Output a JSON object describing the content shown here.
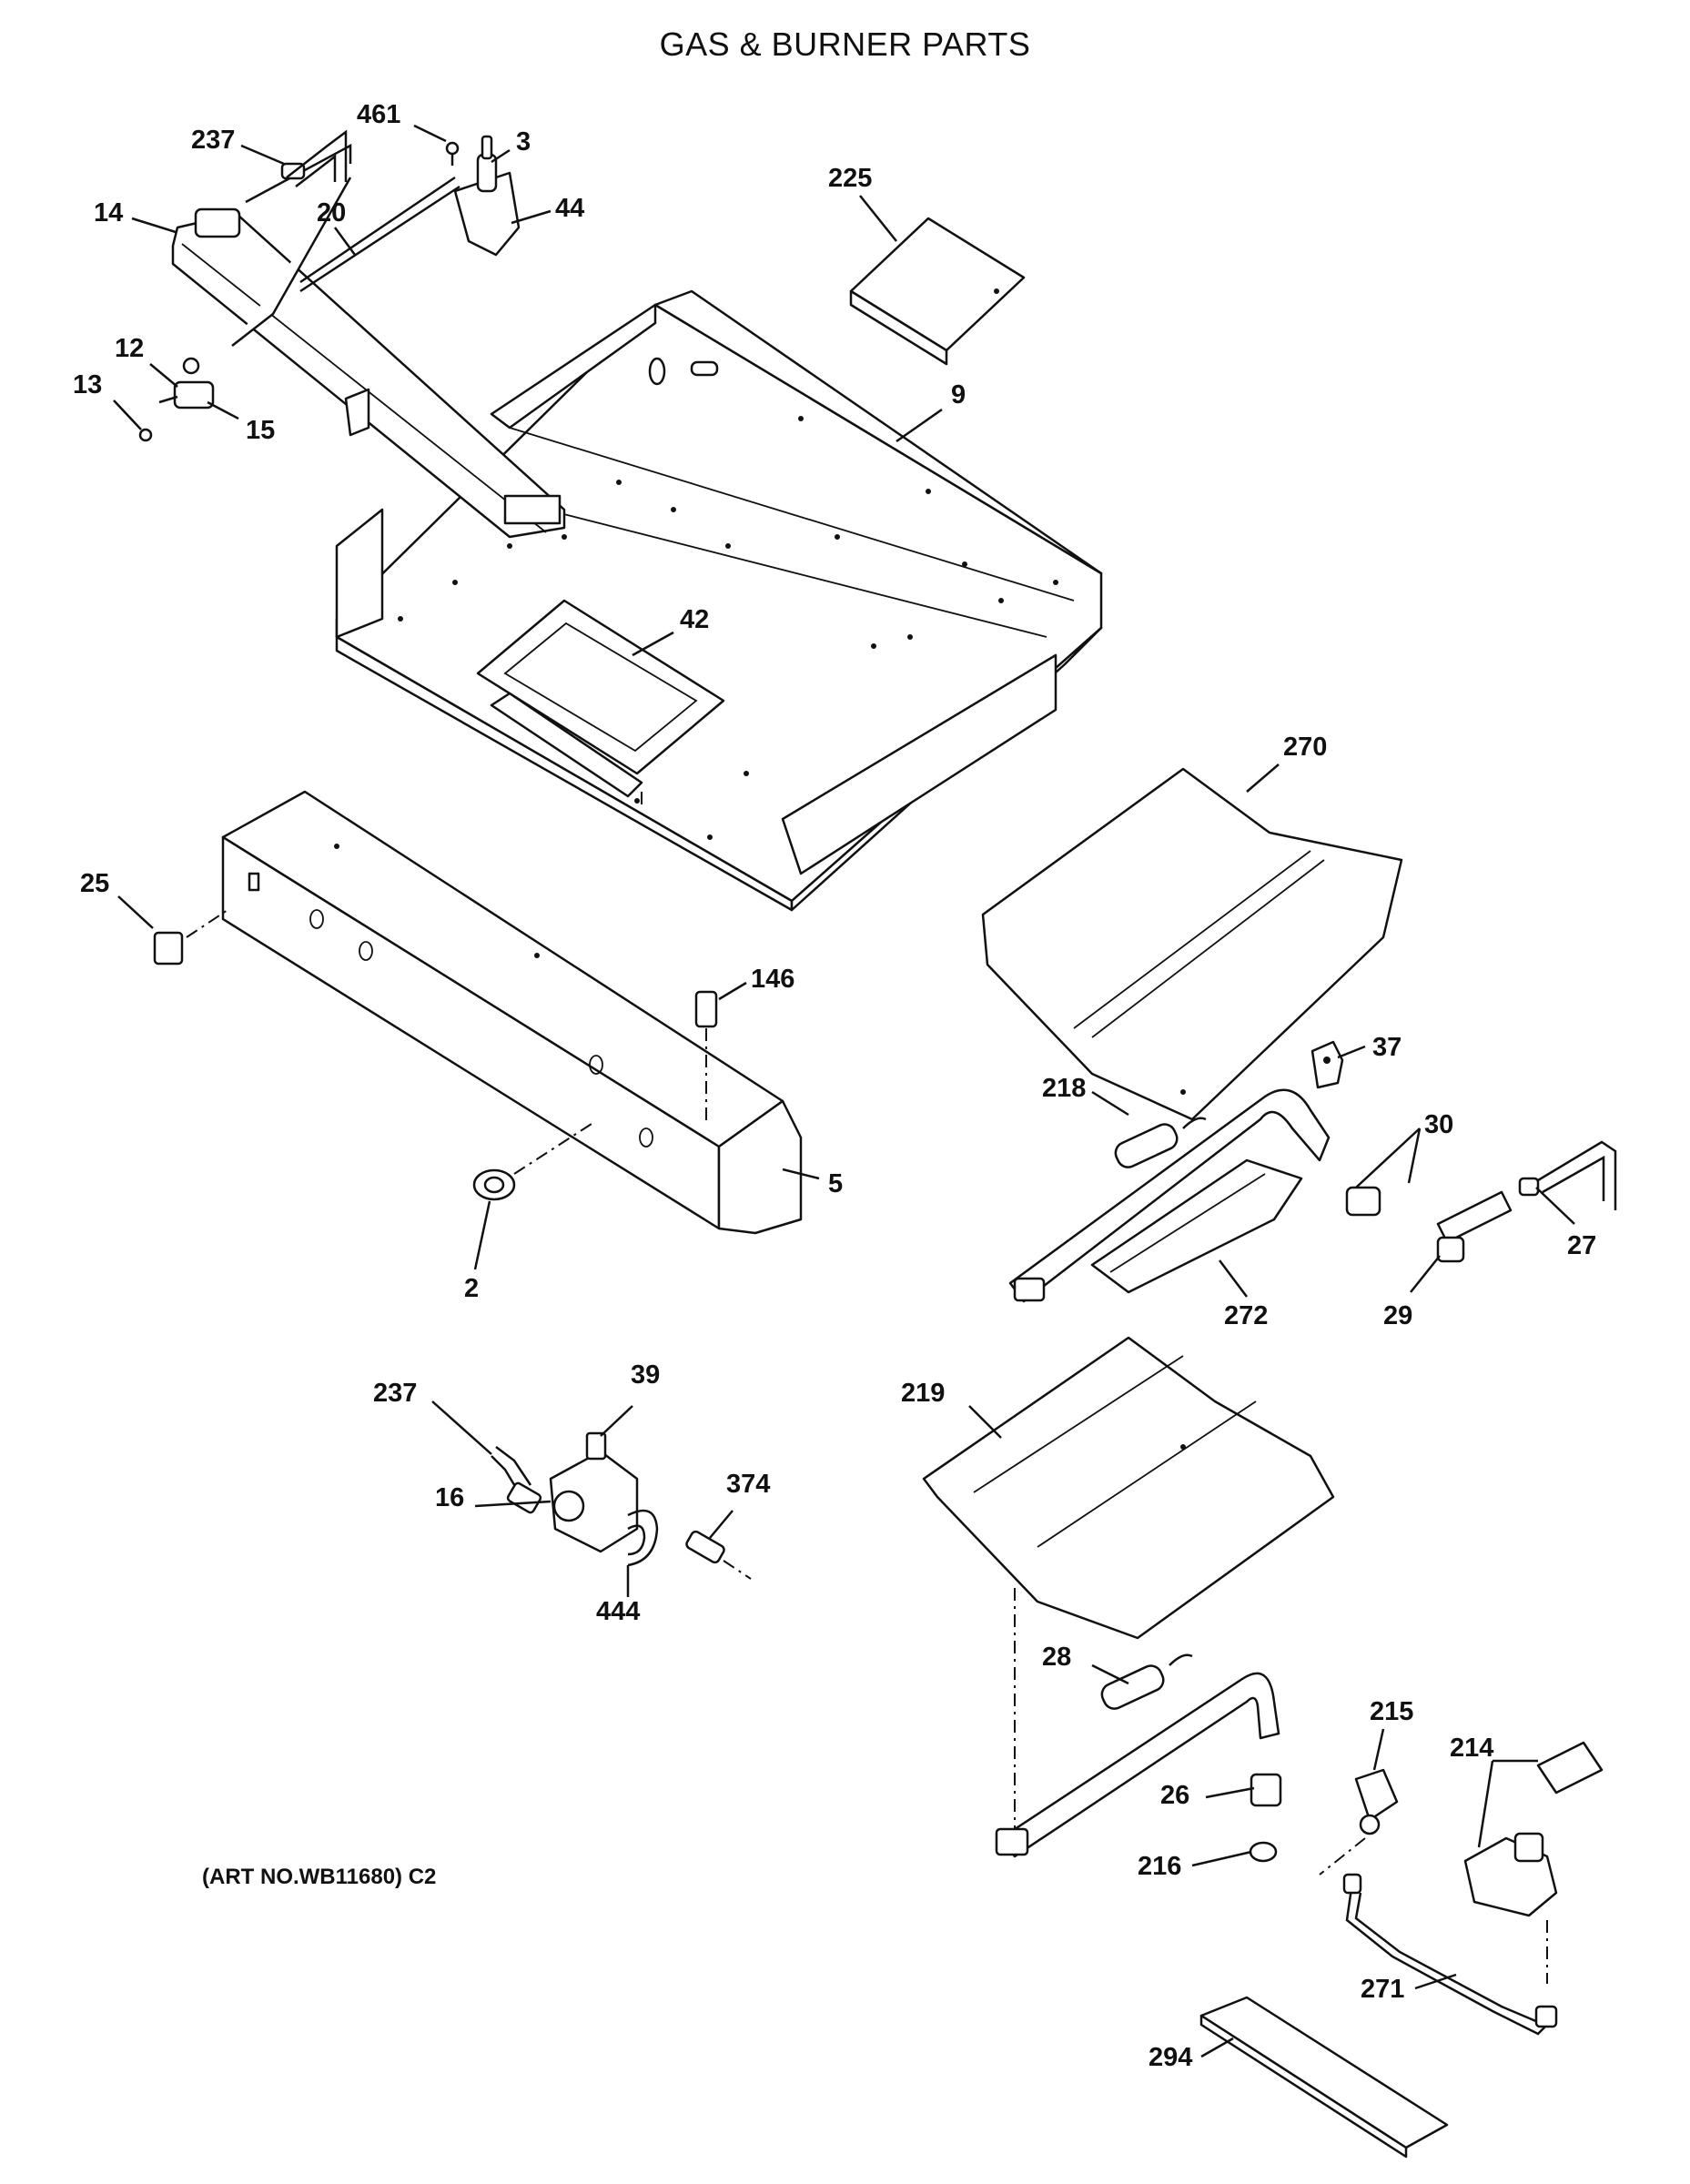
{
  "title": "GAS & BURNER PARTS",
  "art_number": "(ART NO.WB11680) C2",
  "callouts": [
    {
      "id": "c-237a",
      "label": "237"
    },
    {
      "id": "c-461",
      "label": "461"
    },
    {
      "id": "c-3",
      "label": "3"
    },
    {
      "id": "c-14",
      "label": "14"
    },
    {
      "id": "c-20",
      "label": "20"
    },
    {
      "id": "c-44",
      "label": "44"
    },
    {
      "id": "c-225",
      "label": "225"
    },
    {
      "id": "c-12",
      "label": "12"
    },
    {
      "id": "c-13",
      "label": "13"
    },
    {
      "id": "c-15",
      "label": "15"
    },
    {
      "id": "c-9",
      "label": "9"
    },
    {
      "id": "c-42",
      "label": "42"
    },
    {
      "id": "c-270",
      "label": "270"
    },
    {
      "id": "c-25",
      "label": "25"
    },
    {
      "id": "c-146",
      "label": "146"
    },
    {
      "id": "c-37",
      "label": "37"
    },
    {
      "id": "c-218",
      "label": "218"
    },
    {
      "id": "c-30",
      "label": "30"
    },
    {
      "id": "c-5",
      "label": "5"
    },
    {
      "id": "c-27",
      "label": "27"
    },
    {
      "id": "c-2",
      "label": "2"
    },
    {
      "id": "c-272",
      "label": "272"
    },
    {
      "id": "c-29",
      "label": "29"
    },
    {
      "id": "c-237b",
      "label": "237"
    },
    {
      "id": "c-39",
      "label": "39"
    },
    {
      "id": "c-219",
      "label": "219"
    },
    {
      "id": "c-16",
      "label": "16"
    },
    {
      "id": "c-374",
      "label": "374"
    },
    {
      "id": "c-444",
      "label": "444"
    },
    {
      "id": "c-28",
      "label": "28"
    },
    {
      "id": "c-215",
      "label": "215"
    },
    {
      "id": "c-214",
      "label": "214"
    },
    {
      "id": "c-26",
      "label": "26"
    },
    {
      "id": "c-216",
      "label": "216"
    },
    {
      "id": "c-271",
      "label": "271"
    },
    {
      "id": "c-294",
      "label": "294"
    }
  ]
}
